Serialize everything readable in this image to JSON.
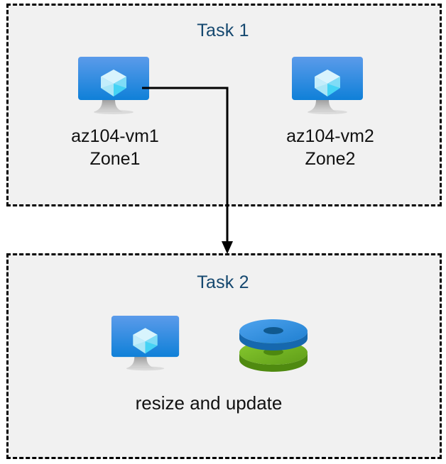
{
  "diagram": {
    "type": "flow-diagram",
    "background_color": "#ffffff",
    "groups": [
      {
        "id": "task-1",
        "title": "Task 1",
        "title_color": "#15486f",
        "fill_color": "#f1f1f1",
        "border_style": "dashed",
        "border_color": "#000000",
        "nodes": [
          {
            "id": "vm1",
            "icon": "virtual-machine-icon",
            "label_lines": [
              "az104-vm1",
              "Zone1"
            ],
            "name": "az104-vm1",
            "zone": "Zone1"
          },
          {
            "id": "vm2",
            "icon": "virtual-machine-icon",
            "label_lines": [
              "az104-vm2",
              "Zone2"
            ],
            "name": "az104-vm2",
            "zone": "Zone2"
          }
        ]
      },
      {
        "id": "task-2",
        "title": "Task 2",
        "title_color": "#15486f",
        "fill_color": "#f1f1f1",
        "border_style": "dashed",
        "border_color": "#000000",
        "nodes": [
          {
            "id": "vm3",
            "icon": "virtual-machine-icon",
            "label_lines": []
          },
          {
            "id": "disks",
            "icon": "managed-disks-icon",
            "label_lines": []
          }
        ],
        "caption": "resize and update"
      }
    ],
    "connectors": [
      {
        "id": "vm1-to-task2",
        "from": "vm1",
        "to": "task-2",
        "style": "elbow",
        "arrowhead": "filled-triangle",
        "color": "#000000"
      }
    ],
    "colors": {
      "vm_screen_top": "#5b9bea",
      "vm_screen_bottom": "#0f80d8",
      "vm_cube_light": "#d8f4fd",
      "vm_cube_mid": "#9fe3f7",
      "vm_cube_bright": "#45d3f5",
      "vm_stand": "#a8a8a8",
      "disk_blue": "#1f7fd0",
      "disk_blue_light": "#3e9bea",
      "disk_green": "#6aae1e",
      "disk_green_light": "#7fc32c",
      "group_fill": "#f1f1f1",
      "title_navy": "#15486f",
      "label_black": "#111111"
    }
  }
}
